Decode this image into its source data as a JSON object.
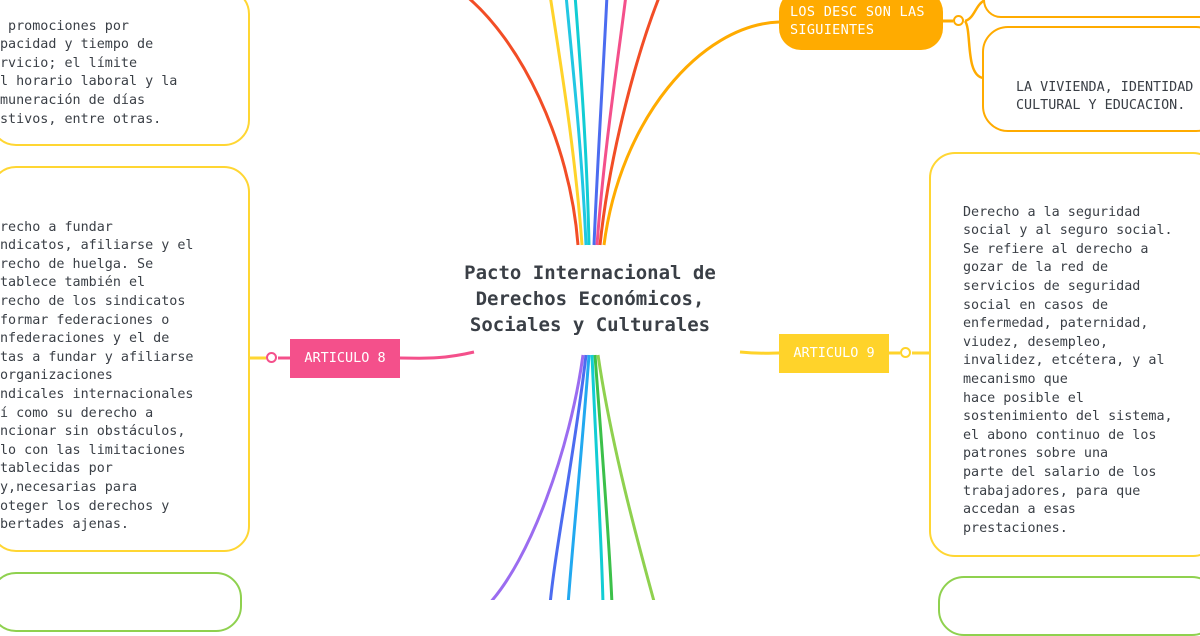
{
  "central_topic": {
    "lines": [
      "Pacto Internacional de",
      "Derechos Económicos,",
      "Sociales y Culturales"
    ]
  },
  "nodes": {
    "top_left_note": {
      "lines": [
        " promociones por",
        "pacidad y tiempo de",
        "rvicio; el límite",
        "l horario laboral y la",
        "muneración de días",
        "stivos, entre otras."
      ]
    },
    "articulo_8": {
      "label": "ARTICULO 8",
      "color": "#f4508b"
    },
    "articulo_8_note": {
      "lines": [
        "recho a fundar",
        "ndicatos, afiliarse y el",
        "recho de huelga. Se",
        "tablece también el",
        "recho de los sindicatos",
        "formar federaciones o",
        "nfederaciones y el de",
        "tas a fundar y afiliarse",
        "organizaciones",
        "ndicales internacionales",
        "í como su derecho a",
        "ncionar sin obstáculos,",
        "lo con las limitaciones",
        "tablecidas por",
        "y,necesarias para",
        "oteger los derechos y",
        "bertades ajenas."
      ]
    },
    "los_desc": {
      "label_lines": [
        "LOS DESC SON LAS",
        "SIGUIENTES"
      ],
      "color": "#ffab00"
    },
    "los_desc_note": {
      "lines": [
        "LA VIVIENDA, IDENTIDAD",
        "CULTURAL Y EDUCACION."
      ]
    },
    "articulo_9": {
      "label": "ARTICULO 9",
      "color": "#ffd32a"
    },
    "articulo_9_note": {
      "lines": [
        "Derecho a la seguridad",
        "social y al seguro social.",
        "Se refiere al derecho a",
        "gozar de la red de",
        "servicios de seguridad",
        "social en casos de",
        "enfermedad, paternidad,",
        "viudez, desempleo,",
        "invalidez, etcétera, y al",
        "mecanismo que",
        "hace posible el",
        "sostenimiento del sistema,",
        "el abono continuo de los",
        "patrones sobre una",
        "parte del salario de los",
        "trabajadores, para que",
        "accedan a esas",
        "prestaciones."
      ]
    }
  },
  "colors": {
    "note_border": "#ffd633",
    "green_border": "#8fd14f",
    "text": "#3a3f46"
  }
}
